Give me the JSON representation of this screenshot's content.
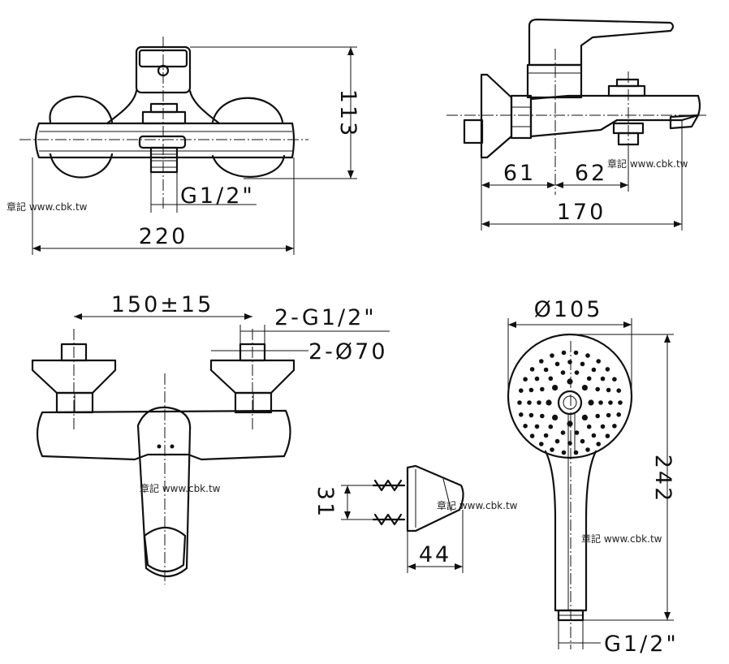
{
  "dimensions": {
    "front_height": "113",
    "front_thread": "G1/2\"",
    "front_width": "220",
    "side_left": "61",
    "side_right": "62",
    "side_total": "170",
    "back_spacing": "150±15",
    "back_thread": "2-G1/2\"",
    "back_flange": "2-Ø70",
    "holder_height": "31",
    "holder_depth": "44",
    "shower_diameter": "Ø105",
    "shower_length": "242",
    "shower_thread": "G1/2\""
  },
  "watermarks": [
    "章記 www.cbk.tw",
    "章記 www.cbk.tw",
    "章記 www.cbk.tw",
    "章記 www.cbk.tw",
    "章記 www.cbk.tw"
  ]
}
